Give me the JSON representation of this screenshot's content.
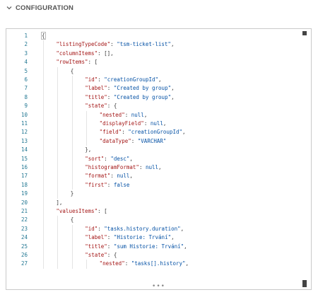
{
  "section": {
    "title": "CONFIGURATION",
    "collapse_icon": "chevron-down-icon"
  },
  "editor": {
    "more_indicator": "•••",
    "lines": [
      {
        "n": "1",
        "indent": 0,
        "parts": [
          {
            "t": "{",
            "c": "punc",
            "cursor": true
          }
        ]
      },
      {
        "n": "2",
        "indent": 1,
        "parts": [
          {
            "t": "\"listingTypeCode\"",
            "c": "key"
          },
          {
            "t": ": ",
            "c": "punc"
          },
          {
            "t": "\"tsm-ticket-list\"",
            "c": "str"
          },
          {
            "t": ",",
            "c": "punc"
          }
        ]
      },
      {
        "n": "3",
        "indent": 1,
        "parts": [
          {
            "t": "\"columnItems\"",
            "c": "key"
          },
          {
            "t": ": [],",
            "c": "punc"
          }
        ]
      },
      {
        "n": "4",
        "indent": 1,
        "parts": [
          {
            "t": "\"rowItems\"",
            "c": "key"
          },
          {
            "t": ": [",
            "c": "punc"
          }
        ]
      },
      {
        "n": "5",
        "indent": 2,
        "parts": [
          {
            "t": "{",
            "c": "punc"
          }
        ]
      },
      {
        "n": "6",
        "indent": 3,
        "parts": [
          {
            "t": "\"id\"",
            "c": "key"
          },
          {
            "t": ": ",
            "c": "punc"
          },
          {
            "t": "\"creationGroupId\"",
            "c": "str"
          },
          {
            "t": ",",
            "c": "punc"
          }
        ]
      },
      {
        "n": "7",
        "indent": 3,
        "parts": [
          {
            "t": "\"label\"",
            "c": "key"
          },
          {
            "t": ": ",
            "c": "punc"
          },
          {
            "t": "\"Created by group\"",
            "c": "str"
          },
          {
            "t": ",",
            "c": "punc"
          }
        ]
      },
      {
        "n": "8",
        "indent": 3,
        "parts": [
          {
            "t": "\"title\"",
            "c": "key"
          },
          {
            "t": ": ",
            "c": "punc"
          },
          {
            "t": "\"Created by group\"",
            "c": "str"
          },
          {
            "t": ",",
            "c": "punc"
          }
        ]
      },
      {
        "n": "9",
        "indent": 3,
        "parts": [
          {
            "t": "\"state\"",
            "c": "key"
          },
          {
            "t": ": {",
            "c": "punc"
          }
        ]
      },
      {
        "n": "10",
        "indent": 4,
        "parts": [
          {
            "t": "\"nested\"",
            "c": "key"
          },
          {
            "t": ": ",
            "c": "punc"
          },
          {
            "t": "null",
            "c": "kw"
          },
          {
            "t": ",",
            "c": "punc"
          }
        ]
      },
      {
        "n": "11",
        "indent": 4,
        "parts": [
          {
            "t": "\"displayField\"",
            "c": "key"
          },
          {
            "t": ": ",
            "c": "punc"
          },
          {
            "t": "null",
            "c": "kw"
          },
          {
            "t": ",",
            "c": "punc"
          }
        ]
      },
      {
        "n": "12",
        "indent": 4,
        "parts": [
          {
            "t": "\"field\"",
            "c": "key"
          },
          {
            "t": ": ",
            "c": "punc"
          },
          {
            "t": "\"creationGroupId\"",
            "c": "str"
          },
          {
            "t": ",",
            "c": "punc"
          }
        ]
      },
      {
        "n": "13",
        "indent": 4,
        "parts": [
          {
            "t": "\"dataType\"",
            "c": "key"
          },
          {
            "t": ": ",
            "c": "punc"
          },
          {
            "t": "\"VARCHAR\"",
            "c": "str"
          }
        ]
      },
      {
        "n": "14",
        "indent": 3,
        "parts": [
          {
            "t": "},",
            "c": "punc"
          }
        ]
      },
      {
        "n": "15",
        "indent": 3,
        "parts": [
          {
            "t": "\"sort\"",
            "c": "key"
          },
          {
            "t": ": ",
            "c": "punc"
          },
          {
            "t": "\"desc\"",
            "c": "str"
          },
          {
            "t": ",",
            "c": "punc"
          }
        ]
      },
      {
        "n": "16",
        "indent": 3,
        "parts": [
          {
            "t": "\"histogramFormat\"",
            "c": "key"
          },
          {
            "t": ": ",
            "c": "punc"
          },
          {
            "t": "null",
            "c": "kw"
          },
          {
            "t": ",",
            "c": "punc"
          }
        ]
      },
      {
        "n": "17",
        "indent": 3,
        "parts": [
          {
            "t": "\"format\"",
            "c": "key"
          },
          {
            "t": ": ",
            "c": "punc"
          },
          {
            "t": "null",
            "c": "kw"
          },
          {
            "t": ",",
            "c": "punc"
          }
        ]
      },
      {
        "n": "18",
        "indent": 3,
        "parts": [
          {
            "t": "\"first\"",
            "c": "key"
          },
          {
            "t": ": ",
            "c": "punc"
          },
          {
            "t": "false",
            "c": "kw"
          }
        ]
      },
      {
        "n": "19",
        "indent": 2,
        "parts": [
          {
            "t": "}",
            "c": "punc"
          }
        ]
      },
      {
        "n": "20",
        "indent": 1,
        "parts": [
          {
            "t": "],",
            "c": "punc"
          }
        ]
      },
      {
        "n": "21",
        "indent": 1,
        "parts": [
          {
            "t": "\"valuesItems\"",
            "c": "key"
          },
          {
            "t": ": [",
            "c": "punc"
          }
        ]
      },
      {
        "n": "22",
        "indent": 2,
        "parts": [
          {
            "t": "{",
            "c": "punc"
          }
        ]
      },
      {
        "n": "23",
        "indent": 3,
        "parts": [
          {
            "t": "\"id\"",
            "c": "key"
          },
          {
            "t": ": ",
            "c": "punc"
          },
          {
            "t": "\"tasks.history.duration\"",
            "c": "str"
          },
          {
            "t": ",",
            "c": "punc"
          }
        ]
      },
      {
        "n": "24",
        "indent": 3,
        "parts": [
          {
            "t": "\"label\"",
            "c": "key"
          },
          {
            "t": ": ",
            "c": "punc"
          },
          {
            "t": "\"Historie: Trvání\"",
            "c": "str"
          },
          {
            "t": ",",
            "c": "punc"
          }
        ]
      },
      {
        "n": "25",
        "indent": 3,
        "parts": [
          {
            "t": "\"title\"",
            "c": "key"
          },
          {
            "t": ": ",
            "c": "punc"
          },
          {
            "t": "\"sum Historie: Trvání\"",
            "c": "str"
          },
          {
            "t": ",",
            "c": "punc"
          }
        ]
      },
      {
        "n": "26",
        "indent": 3,
        "parts": [
          {
            "t": "\"state\"",
            "c": "key"
          },
          {
            "t": ": {",
            "c": "punc"
          }
        ]
      },
      {
        "n": "27",
        "indent": 4,
        "parts": [
          {
            "t": "\"nested\"",
            "c": "key"
          },
          {
            "t": ": ",
            "c": "punc"
          },
          {
            "t": "\"tasks[].history\"",
            "c": "str"
          },
          {
            "t": ",",
            "c": "punc"
          }
        ]
      }
    ]
  }
}
